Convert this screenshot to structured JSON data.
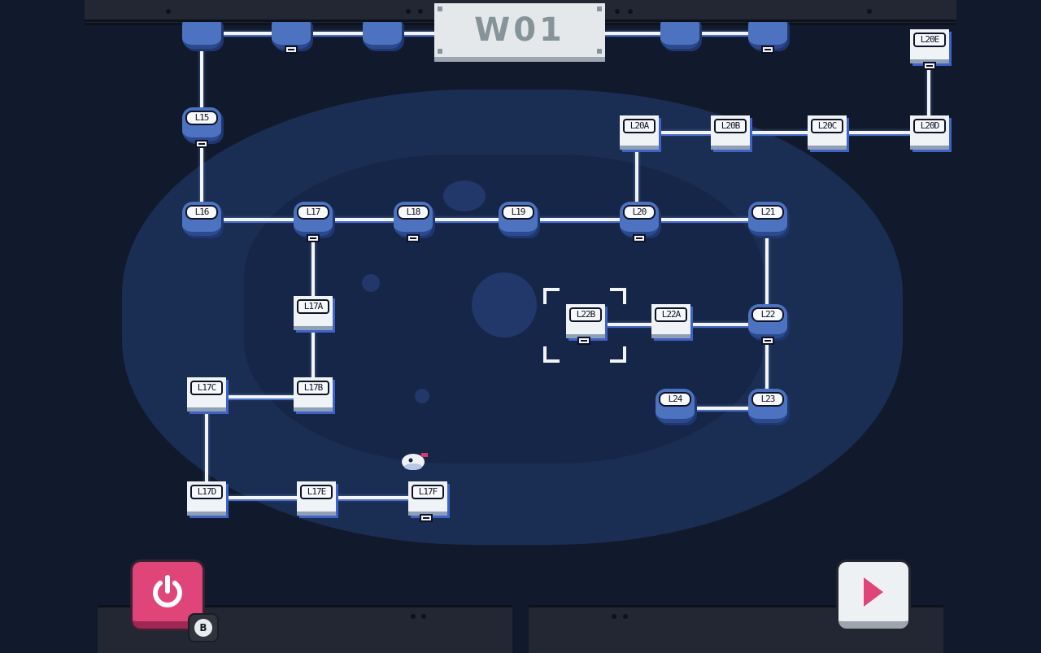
{
  "world": {
    "title": "W01"
  },
  "controls": {
    "power_button_icon": "power-icon",
    "power_hotkey": "B",
    "play_button_icon": "play-icon",
    "accent_color": "#e0457a"
  },
  "level_nodes": [
    {
      "id": "n-l15",
      "label": "L15"
    },
    {
      "id": "n-l16",
      "label": "L16"
    },
    {
      "id": "n-l17",
      "label": "L17"
    },
    {
      "id": "n-l18",
      "label": "L18"
    },
    {
      "id": "n-l19",
      "label": "L19"
    },
    {
      "id": "n-l20",
      "label": "L20"
    },
    {
      "id": "n-l21",
      "label": "L21"
    },
    {
      "id": "n-l22",
      "label": "L22"
    },
    {
      "id": "n-l23",
      "label": "L23"
    },
    {
      "id": "n-l24",
      "label": "L24"
    },
    {
      "id": "n-l22a",
      "label": "L22A"
    },
    {
      "id": "n-l22b",
      "label": "L22B"
    },
    {
      "id": "n-l17a",
      "label": "L17A"
    },
    {
      "id": "n-l17b",
      "label": "L17B"
    },
    {
      "id": "n-l17c",
      "label": "L17C"
    },
    {
      "id": "n-l17d",
      "label": "L17D"
    },
    {
      "id": "n-l17e",
      "label": "L17E"
    },
    {
      "id": "n-l17f",
      "label": "L17F"
    },
    {
      "id": "n-l20a",
      "label": "L20A"
    },
    {
      "id": "n-l20b",
      "label": "L20B"
    },
    {
      "id": "n-l20c",
      "label": "L20C"
    },
    {
      "id": "n-l20d",
      "label": "L20D"
    },
    {
      "id": "n-l20e",
      "label": "L20E"
    }
  ],
  "selected_level": "L22B"
}
